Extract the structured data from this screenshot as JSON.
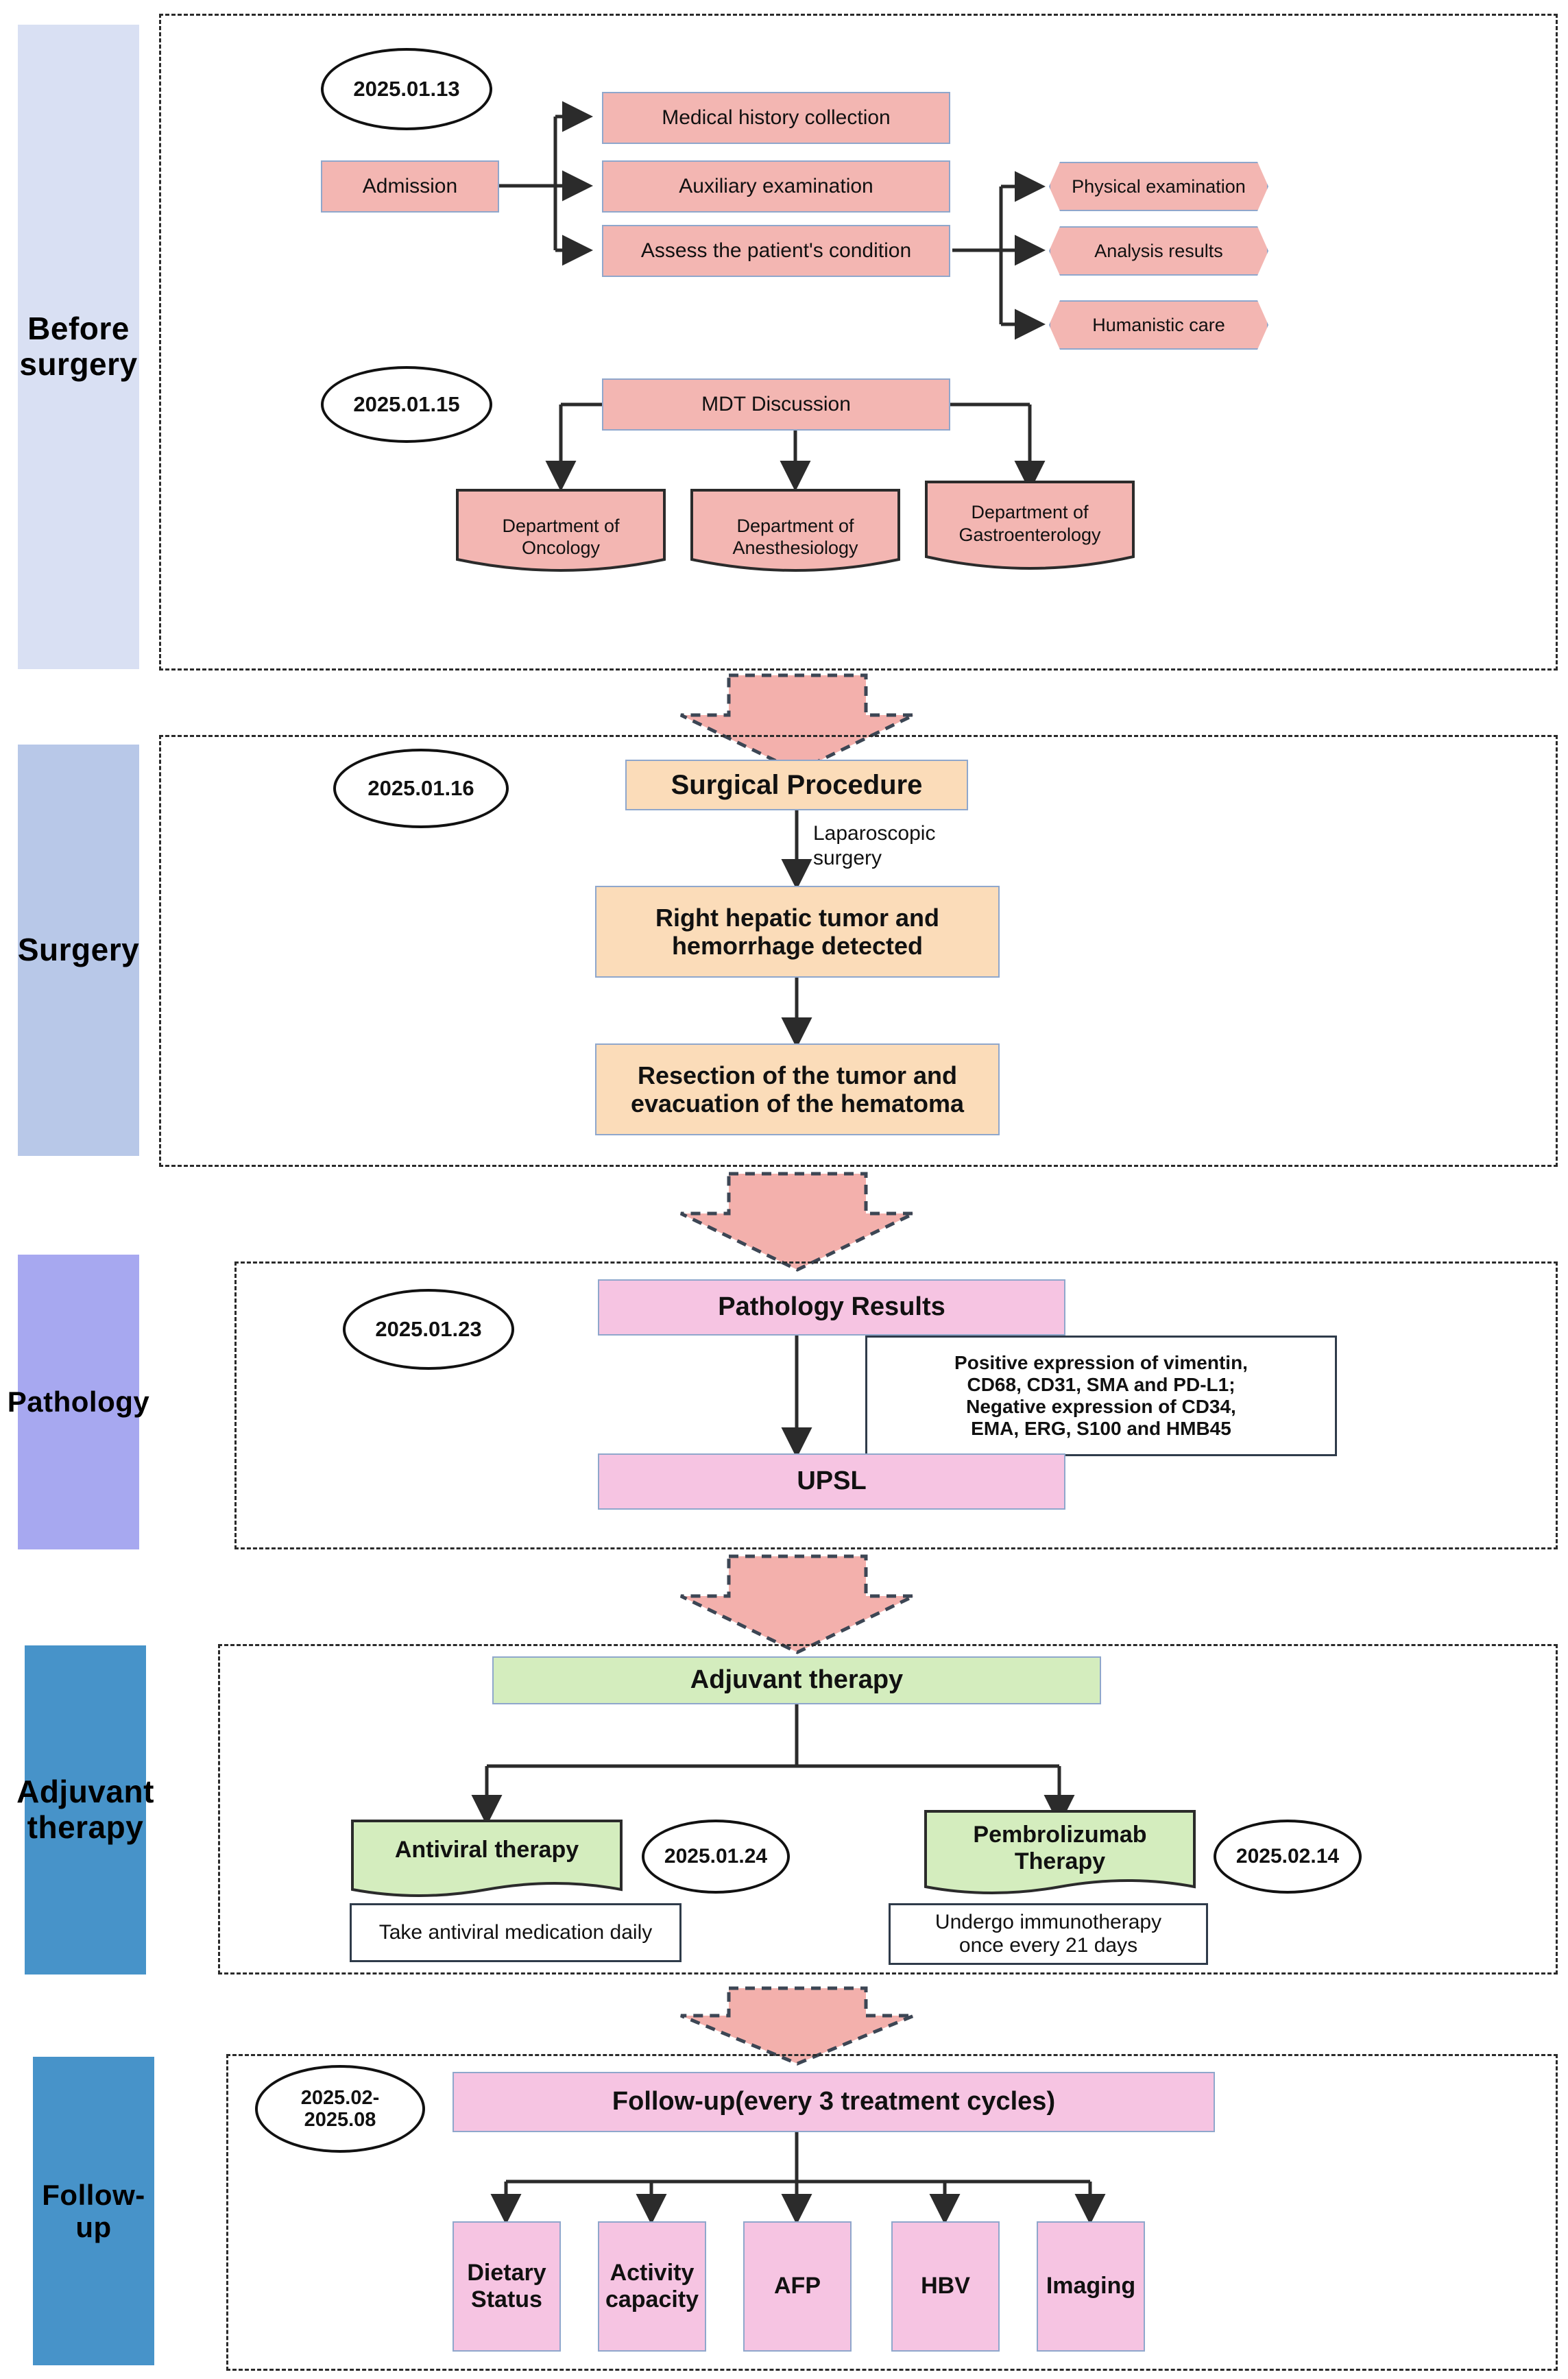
{
  "stages": [
    {
      "name": "before-surgery",
      "label": "Before\nsurgery",
      "color": "#D9E0F3"
    },
    {
      "name": "surgery",
      "label": "Surgery",
      "color": "#B8C8E8"
    },
    {
      "name": "pathology",
      "label": "Pathology",
      "color": "#A7A8F0"
    },
    {
      "name": "adjuvant-therapy",
      "label": "Adjuvant\ntherapy",
      "color": "#4793C9"
    },
    {
      "name": "follow-up",
      "label": "Follow-up",
      "color": "#4793C9"
    }
  ],
  "colors": {
    "pink_fill": "#F3B6B2",
    "peach_fill": "#FBDCB9",
    "magenta_fill": "#F6C4E2",
    "green_fill": "#D4EDBE",
    "box_border": "#8FA7CC",
    "arrow_fill": "#F3B0AC",
    "dashed_border": "#2b2b2b"
  },
  "before_surgery": {
    "date_1": "2025.01.13",
    "date_2": "2025.01.15",
    "admission": "Admission",
    "branch_1": "Medical history collection",
    "branch_2": "Auxiliary examination",
    "branch_3": "Assess the patient's condition",
    "sub_1": "Physical examination",
    "sub_2": "Analysis results",
    "sub_3": "Humanistic care",
    "mdt": "MDT Discussion",
    "dept_1": "Department of\nOncology",
    "dept_2": "Department of\nAnesthesiology",
    "dept_3": "Department of\nGastroenterology"
  },
  "surgery": {
    "date": "2025.01.16",
    "title": "Surgical Procedure",
    "edge_label": "Laparoscopic\nsurgery",
    "step_1": "Right hepatic tumor and\nhemorrhage detected",
    "step_2": "Resection of the tumor and\nevacuation of the hematoma"
  },
  "pathology": {
    "date": "2025.01.23",
    "title": "Pathology Results",
    "note": "Positive expression of vimentin,\nCD68, CD31, SMA and PD-L1;\nNegative expression of CD34,\nEMA, ERG, S100 and HMB45",
    "result": "UPSL"
  },
  "adjuvant": {
    "title": "Adjuvant therapy",
    "left_title": "Antiviral therapy",
    "left_date": "2025.01.24",
    "left_note": "Take antiviral medication daily",
    "right_title": "Pembrolizumab\nTherapy",
    "right_date": "2025.02.14",
    "right_note": "Undergo immunotherapy\nonce every 21 days"
  },
  "followup": {
    "date": "2025.02-\n2025.08",
    "title": "Follow-up(every 3 treatment cycles)",
    "items": [
      "Dietary\nStatus",
      "Activity\ncapacity",
      "AFP",
      "HBV",
      "Imaging"
    ]
  }
}
